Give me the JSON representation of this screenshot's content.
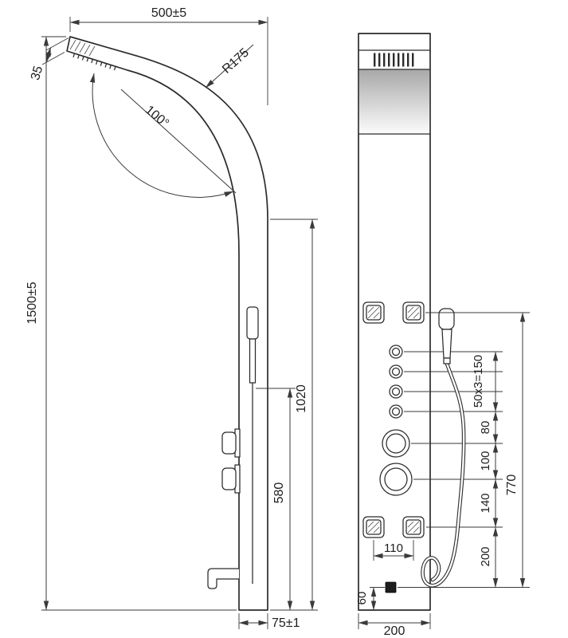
{
  "drawing": {
    "description": "shower panel technical dimension drawing, side view and front view",
    "dims": {
      "top_width": "500±5",
      "head_thickness": "35",
      "bend_radius": "R175",
      "head_angle": "100°",
      "overall_height": "1500±5",
      "front_face_height": "1020",
      "handset_height": "580",
      "panel_depth": "75±1",
      "bottom_jet_spacing": "110",
      "panel_width": "200",
      "spout_offset": "60",
      "knob_pitch": "50x3=150",
      "seg_80": "80",
      "seg_100": "100",
      "seg_140": "140",
      "seg_200": "200",
      "front_features_span": "770"
    },
    "colors": {
      "line": "#2b2b2b",
      "dimension": "#3a3a3a",
      "text": "#1e1e1e",
      "shade_top": "#a8a8a8",
      "shade_bottom": "#fcfcfc"
    }
  }
}
